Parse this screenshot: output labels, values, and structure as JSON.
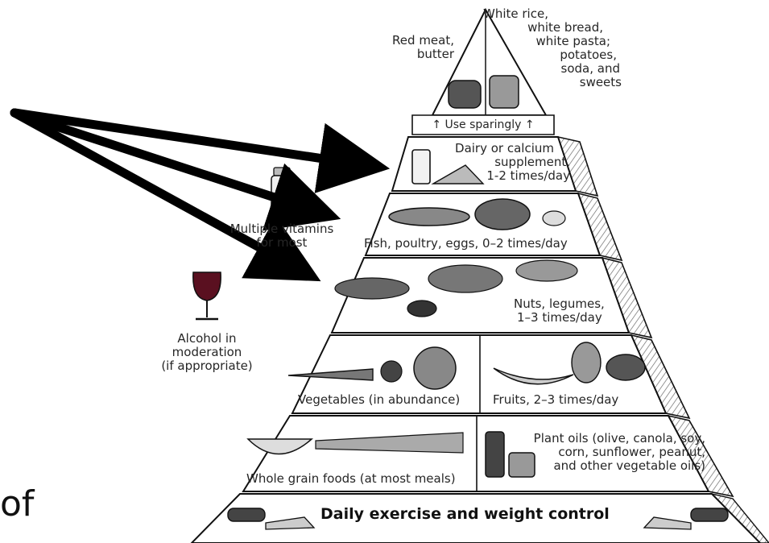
{
  "pyramid": {
    "apex": {
      "left_label": [
        "Red meat,",
        "butter"
      ],
      "right_label": [
        "White rice,",
        "white bread,",
        "white pasta;",
        "potatoes,",
        "soda, and",
        "sweets"
      ],
      "note": "Use sparingly"
    },
    "tiers": {
      "dairy": [
        "Dairy or calcium",
        "supplement,",
        "1-2 times/day"
      ],
      "fish": "Fish, poultry, eggs, 0–2 times/day",
      "nuts": [
        "Nuts, legumes,",
        "1–3 times/day"
      ],
      "vegetables": "Vegetables (in abundance)",
      "fruits": "Fruits, 2–3 times/day",
      "whole_grain": "Whole grain foods (at most meals)",
      "plant_oils": [
        "Plant oils (olive, canola, soy,",
        "corn, sunflower, peanut,",
        "and other vegetable oils)"
      ],
      "exercise": "Daily exercise and weight control"
    },
    "side_labels": {
      "vitamins": [
        "Multiple vitamins",
        "for most"
      ],
      "alcohol": [
        "Alcohol in",
        "moderation",
        "(if appropriate)"
      ]
    }
  },
  "slide_fragment": "of",
  "colors": {
    "ink": "#1a1a1a",
    "arrow": "#000000",
    "wine": "#5a1020"
  }
}
